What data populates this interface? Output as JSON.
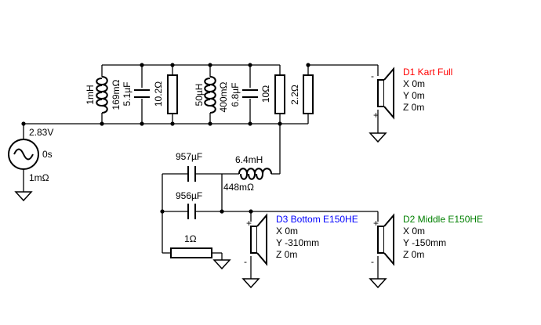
{
  "source": {
    "voltage": "2.83V",
    "delay": "0s",
    "resistance": "1mΩ"
  },
  "section1": {
    "inductor": "1mH",
    "inductor_resistance": "169mΩ",
    "capacitor": "5.1µF",
    "resistor": "10.2Ω"
  },
  "section2": {
    "inductor": "50µH",
    "inductor_resistance": "400mΩ",
    "capacitor": "6.8µF",
    "resistor1": "10Ω",
    "resistor2": "2.2Ω"
  },
  "lowpass": {
    "cap1": "957µF",
    "cap2": "956µF",
    "inductor": "6.4mH",
    "inductor_resistance": "448mΩ",
    "resistor": "1Ω"
  },
  "drivers": {
    "d1": {
      "name": "D1 Kart Full",
      "x": "X 0m",
      "y": "Y 0m",
      "z": "Z 0m",
      "color": "#ff0000"
    },
    "d2": {
      "name": "D2 Middle E150HE",
      "x": "X 0m",
      "y": "Y -150mm",
      "z": "Z 0m",
      "color": "#008000"
    },
    "d3": {
      "name": "D3 Bottom E150HE",
      "x": "X 0m",
      "y": "Y -310mm",
      "z": "Z 0m",
      "color": "#0000ff"
    }
  },
  "polarity": {
    "plus": "+",
    "minus": "-"
  }
}
